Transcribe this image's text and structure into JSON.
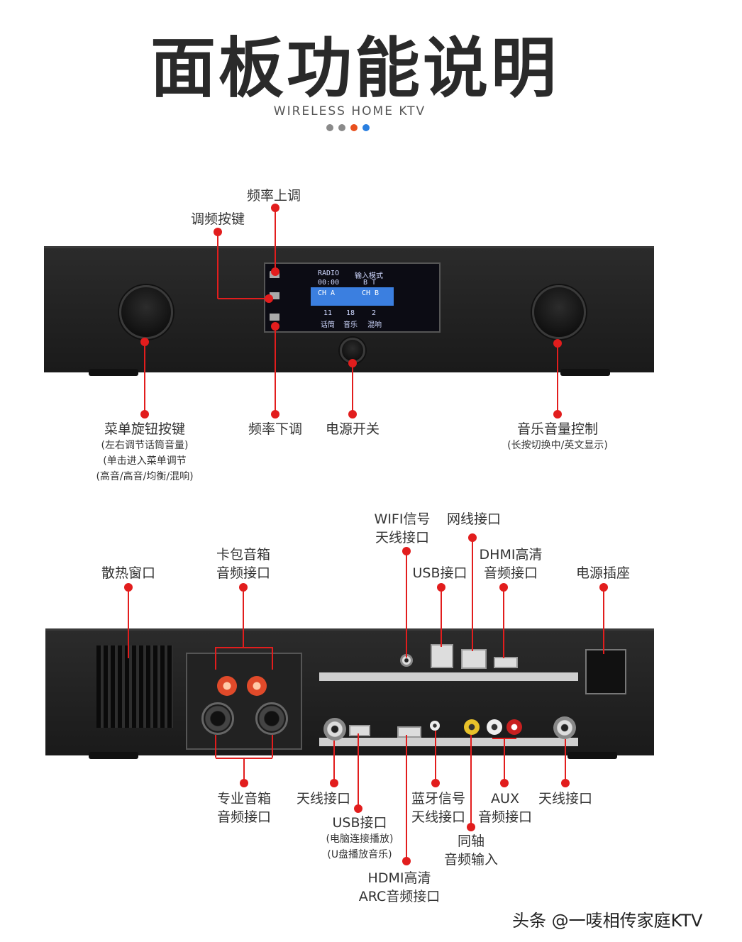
{
  "title": "面板功能说明",
  "subtitle": "WIRELESS HOME KTV",
  "dots": [
    "#8a8a8a",
    "#8a8a8a",
    "#e8501e",
    "#2a7fe0"
  ],
  "front_panel": {
    "labels": {
      "freq_up": "频率上调",
      "tune_button": "调频按键",
      "menu_knob": "菜单旋钮按键",
      "menu_knob_note1": "(左右调节话筒音量)",
      "menu_knob_note2": "(单击进入菜单调节",
      "menu_knob_note3": "(高音/高音/均衡/混响)",
      "freq_down": "频率下调",
      "power": "电源开关",
      "music_volume": "音乐音量控制",
      "music_volume_note": "(长按切换中/英文显示)"
    },
    "lcd": {
      "row1a": "RADIO",
      "row1b": "输入模式",
      "row2a": "00:00",
      "row2b": "B T",
      "row3a": "CH A",
      "row3b": "CH B",
      "row4a": "11",
      "row4b": "18",
      "row4c": "2",
      "row5a": "话筒",
      "row5b": "音乐",
      "row5c": "混响"
    }
  },
  "rear_panel": {
    "labels": {
      "vent": "散热窗口",
      "karaoke_out_1": "卡包音箱",
      "karaoke_out_2": "音频接口",
      "wifi_1": "WIFI信号",
      "wifi_2": "天线接口",
      "lan": "网线接口",
      "usb_top": "USB接口",
      "hdmi_1": "DHMI高清",
      "hdmi_2": "音频接口",
      "power_socket": "电源插座",
      "pro_out_1": "专业音箱",
      "pro_out_2": "音频接口",
      "antenna_left": "天线接口",
      "usb_bottom": "USB接口",
      "usb_note1": "(电脑连接播放)",
      "usb_note2": "(U盘播放音乐)",
      "bt_1": "蓝牙信号",
      "bt_2": "天线接口",
      "aux_1": "AUX",
      "aux_2": "音频接口",
      "antenna_right": "天线接口",
      "coax_1": "同轴",
      "coax_2": "音频输入",
      "arc_1": "HDMI高清",
      "arc_2": "ARC音频接口"
    }
  },
  "watermark": "头条 @一唛相传家庭KTV"
}
